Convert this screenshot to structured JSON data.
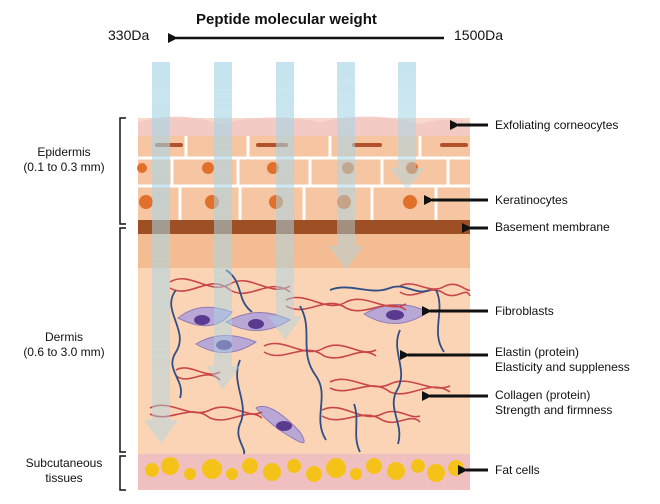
{
  "header": {
    "title": "Peptide molecular  weight",
    "left_value": "330Da",
    "right_value": "1500Da"
  },
  "layers": [
    {
      "key": "epidermis",
      "name": "Epidermis",
      "range": "(0.1 to 0.3 mm)"
    },
    {
      "key": "dermis",
      "name": "Dermis",
      "range": "(0.6 to 3.0 mm)"
    },
    {
      "key": "subcutaneous",
      "name": "Subcutaneous",
      "range": "tissues"
    }
  ],
  "callouts": [
    {
      "key": "exfoliating",
      "lines": [
        "Exfoliating corneocytes"
      ]
    },
    {
      "key": "keratinocytes",
      "lines": [
        "Keratinocytes"
      ]
    },
    {
      "key": "basement",
      "lines": [
        "Basement membrane"
      ]
    },
    {
      "key": "fibroblasts",
      "lines": [
        "Fibroblasts"
      ]
    },
    {
      "key": "elastin",
      "lines": [
        "Elastin (protein)",
        "Elasticity and suppleness"
      ]
    },
    {
      "key": "collagen",
      "lines": [
        "Collagen (protein)",
        "Strength and firmness"
      ]
    },
    {
      "key": "fat",
      "lines": [
        "Fat cells"
      ]
    }
  ],
  "colors": {
    "epidermis": "#f6c6a3",
    "cell_fill": "#f4b88b",
    "nucleus": "#e2702a",
    "basement": "#9e4f24",
    "dermis": "#fbd4b6",
    "subcutaneous": "#f0c0c0",
    "fat": "#f5c21a",
    "collagen": "#c8464a",
    "elastin": "#2f4f86",
    "fibroblast": "#b9a7d6",
    "penetration_arrow": "#a8d6e6"
  },
  "icons": {
    "direction_arrow": "left-arrow-icon",
    "callout_arrow": "left-arrow-icon"
  }
}
